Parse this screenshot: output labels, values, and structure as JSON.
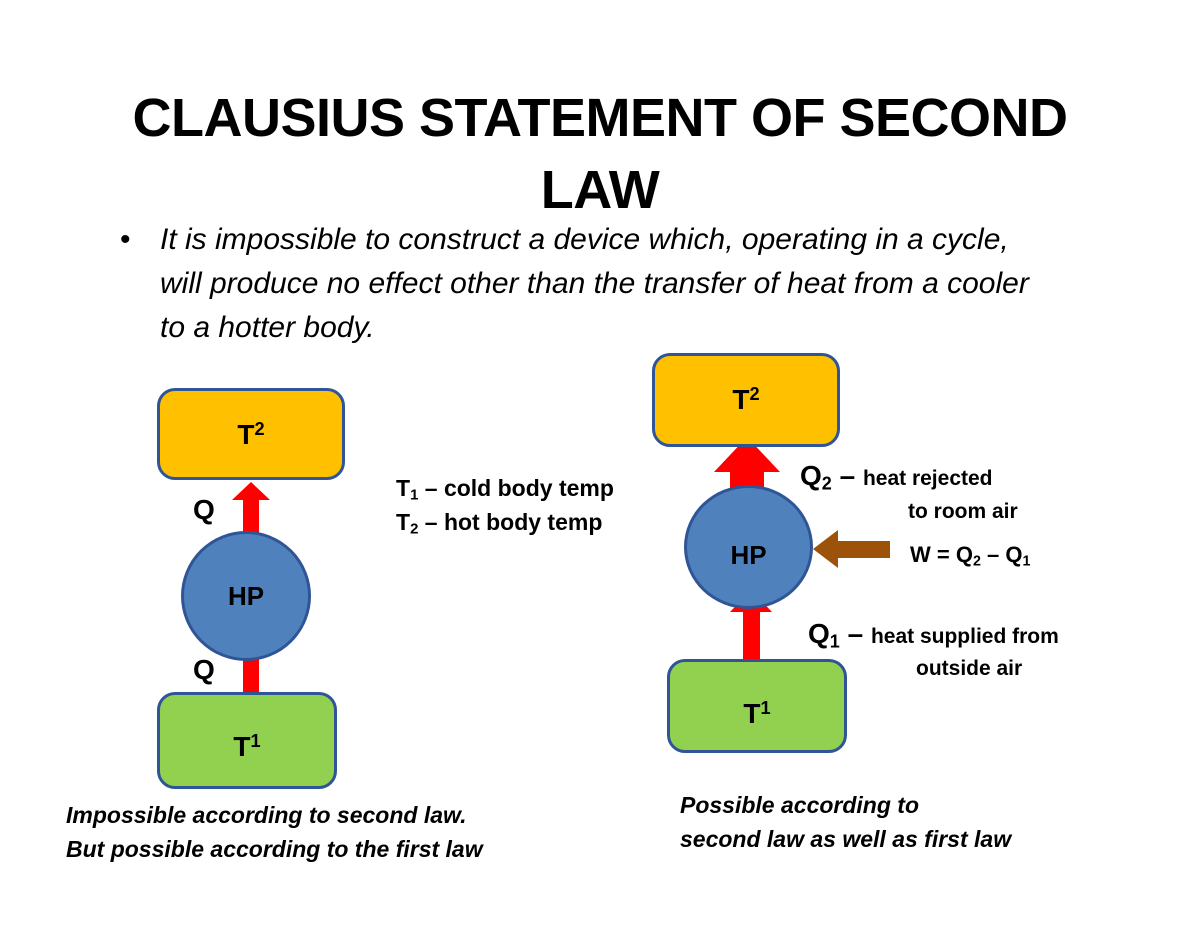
{
  "title": {
    "line1": "CLAUSIUS STATEMENT OF SECOND",
    "line2": "LAW"
  },
  "statement": {
    "bullet": "•",
    "text": "It is impossible to construct a device which, operating in a cycle, will produce no effect other than the transfer of heat from a cooler to a hotter body."
  },
  "left_diagram": {
    "hot_body": {
      "label": "T",
      "sub": "2"
    },
    "pump": "HP",
    "cold_body": {
      "label": "T",
      "sub": "1"
    },
    "q_top": "Q",
    "q_bottom": "Q",
    "caption_line1": "Impossible according to second law.",
    "caption_line2": "But possible according to the first law"
  },
  "legend": {
    "line1": {
      "sym": "T",
      "sub": "1",
      "text": " – cold body temp"
    },
    "line2": {
      "sym": "T",
      "sub": "2",
      "text": " – hot body temp"
    }
  },
  "right_diagram": {
    "hot_body": {
      "label": "T",
      "sub": "2"
    },
    "pump": "HP",
    "cold_body": {
      "label": "T",
      "sub": "1"
    },
    "q2": {
      "sym": "Q",
      "sub": "2",
      "dash": " – ",
      "text": "heat rejected",
      "text2": "to room air"
    },
    "work": {
      "a": "W = Q",
      "s1": "2",
      "b": " – Q",
      "s2": "1"
    },
    "q1": {
      "sym": "Q",
      "sub": "1",
      "dash": " – ",
      "text": "heat supplied from",
      "text2": "outside air"
    },
    "caption_line1": "Possible according to",
    "caption_line2": "second law as well as first law"
  },
  "colors": {
    "hot": "#ffc000",
    "cold": "#92d050",
    "pump": "#4f81bd",
    "border": "#2f5597",
    "heat_arrow": "#ff0000",
    "work_arrow": "#9c5208"
  }
}
